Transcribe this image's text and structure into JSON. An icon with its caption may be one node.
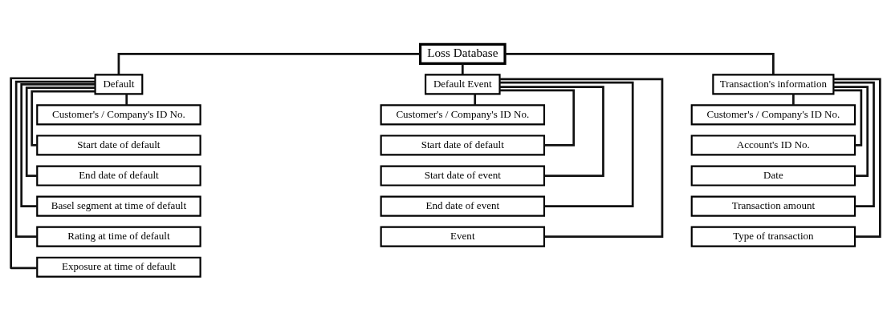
{
  "diagram": {
    "nodes": [
      {
        "text": [
          "Loss Database"
        ]
      },
      {
        "text": [
          "Default"
        ]
      },
      {
        "text": [
          "Default Event"
        ]
      },
      {
        "text": [
          "Transaction's information"
        ]
      },
      {
        "text": [
          "Customer's / Company's ID No."
        ]
      },
      {
        "text": [
          "Start date of default"
        ]
      },
      {
        "text": [
          "End date of default"
        ]
      },
      {
        "text": [
          "Basel segment at time of default"
        ]
      },
      {
        "text": [
          "Rating at time of default"
        ]
      },
      {
        "text": [
          "Exposure at time of default"
        ]
      },
      {
        "text": [
          "Customer's / Company's ID No."
        ]
      },
      {
        "text": [
          "Start date of default"
        ]
      },
      {
        "text": [
          "Start date of event"
        ]
      },
      {
        "text": [
          "End date of event"
        ]
      },
      {
        "text": [
          "Event"
        ]
      },
      {
        "text": [
          "Customer's / Company's ID No."
        ]
      },
      {
        "text": [
          "Account's ID No."
        ]
      },
      {
        "text": [
          "Date"
        ]
      },
      {
        "text": [
          "Transaction amount"
        ]
      },
      {
        "text": [
          "Type of transaction"
        ]
      }
    ],
    "edges": [
      {
        "from": 0,
        "to": 1,
        "arrow": "none"
      },
      {
        "from": 0,
        "to": 2,
        "arrow": "none"
      },
      {
        "from": 0,
        "to": 3,
        "arrow": "none"
      },
      {
        "from": 1,
        "to": 4,
        "arrow": "none"
      },
      {
        "from": 1,
        "to": 5,
        "arrow": "none"
      },
      {
        "from": 1,
        "to": 6,
        "arrow": "none"
      },
      {
        "from": 1,
        "to": 7,
        "arrow": "none"
      },
      {
        "from": 1,
        "to": 8,
        "arrow": "none"
      },
      {
        "from": 1,
        "to": 9,
        "arrow": "none"
      },
      {
        "from": 2,
        "to": 10,
        "arrow": "none"
      },
      {
        "from": 2,
        "to": 11,
        "arrow": "none"
      },
      {
        "from": 2,
        "to": 12,
        "arrow": "none"
      },
      {
        "from": 2,
        "to": 13,
        "arrow": "none"
      },
      {
        "from": 2,
        "to": 14,
        "arrow": "none"
      },
      {
        "from": 3,
        "to": 15,
        "arrow": "none"
      },
      {
        "from": 3,
        "to": 16,
        "arrow": "none"
      },
      {
        "from": 3,
        "to": 17,
        "arrow": "none"
      },
      {
        "from": 3,
        "to": 18,
        "arrow": "none"
      },
      {
        "from": 3,
        "to": 19,
        "arrow": "none"
      }
    ]
  }
}
